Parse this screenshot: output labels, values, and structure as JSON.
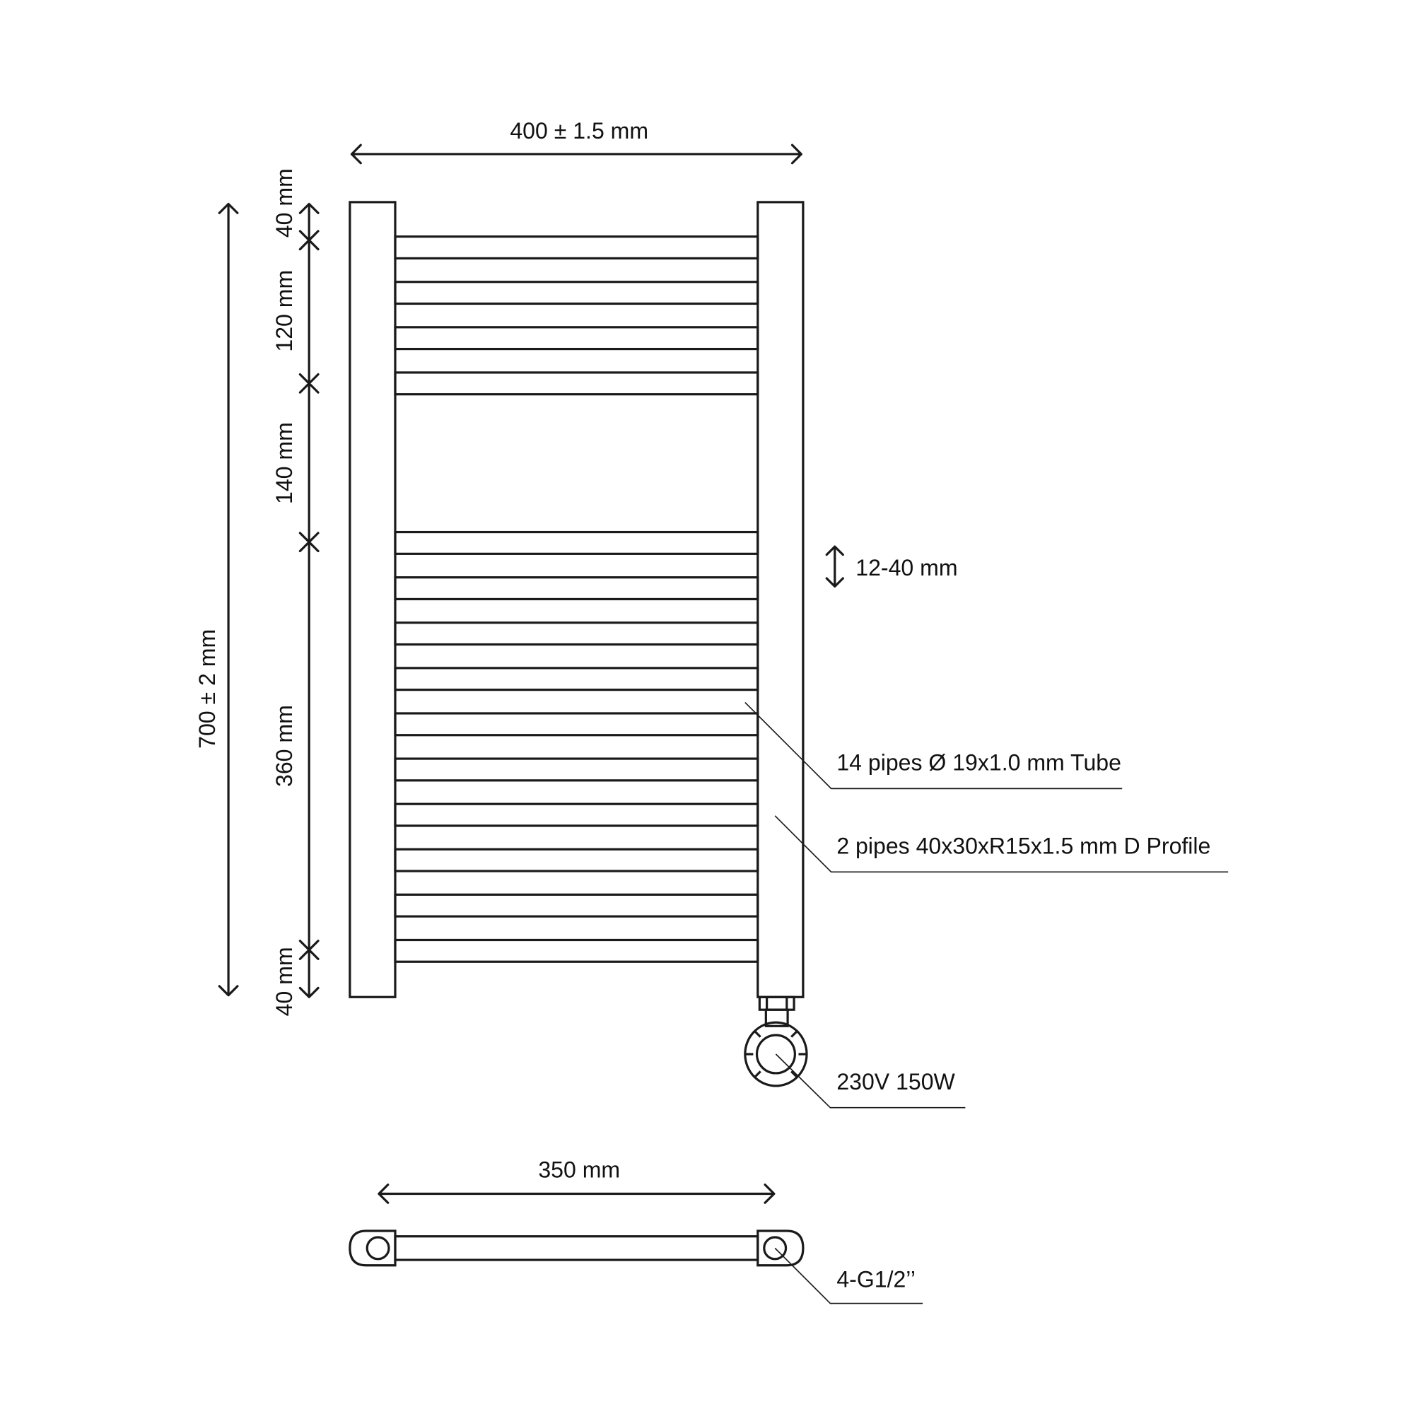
{
  "dimensions": {
    "width": "400 ± 1.5 mm",
    "height": "700 ± 2 mm",
    "top_margin": "40 mm",
    "upper_group": "120 mm",
    "gap": "140 mm",
    "lower_group": "360 mm",
    "bottom_margin": "40 mm",
    "pipe_spacing": "12-40 mm",
    "center_distance": "350 mm"
  },
  "labels": {
    "tubes": "14 pipes Ø 19x1.0 mm Tube",
    "profile": "2 pipes 40x30xR15x1.5 mm D Profile",
    "heater": "230V 150W",
    "connections": "4-G1/2’’"
  },
  "pipes": {
    "upper_count": 4,
    "lower_count": 10
  }
}
